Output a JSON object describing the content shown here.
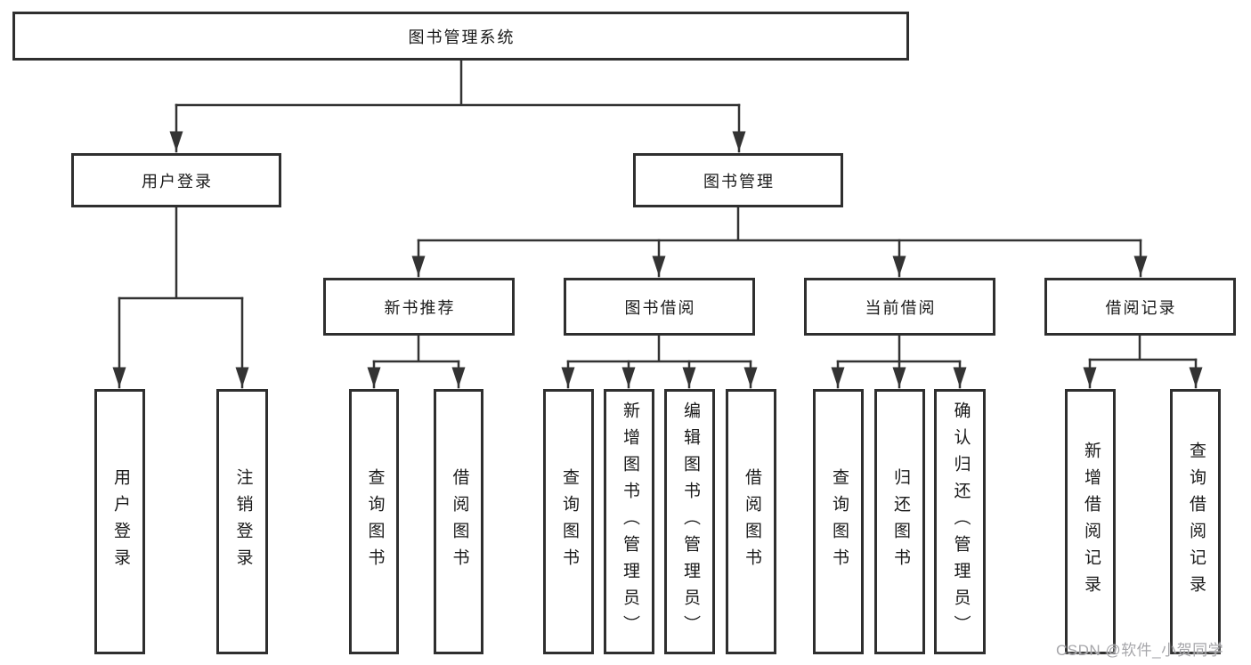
{
  "tree": {
    "label": "图书管理系统",
    "children": [
      {
        "label": "用户登录",
        "children": [
          {
            "label": "用户登录"
          },
          {
            "label": "注销登录"
          }
        ]
      },
      {
        "label": "图书管理",
        "children": [
          {
            "label": "新书推荐",
            "children": [
              {
                "label": "查询图书"
              },
              {
                "label": "借阅图书"
              }
            ]
          },
          {
            "label": "图书借阅",
            "children": [
              {
                "label": "查询图书"
              },
              {
                "label": "新增图书（管理员）"
              },
              {
                "label": "编辑图书（管理员）"
              },
              {
                "label": "借阅图书"
              }
            ]
          },
          {
            "label": "当前借阅",
            "children": [
              {
                "label": "查询图书"
              },
              {
                "label": "归还图书"
              },
              {
                "label": "确认归还（管理员）"
              }
            ]
          },
          {
            "label": "借阅记录",
            "children": [
              {
                "label": "新增借阅记录"
              },
              {
                "label": "查询借阅记录"
              }
            ]
          }
        ]
      }
    ]
  },
  "watermark": {
    "text": "CSDN @软件_小贺同学"
  },
  "colors": {
    "line": "#333333",
    "border": "#2f2f2f",
    "text": "#1a1a1a",
    "watermark": "#a6a6aa",
    "background": "#ffffff"
  }
}
